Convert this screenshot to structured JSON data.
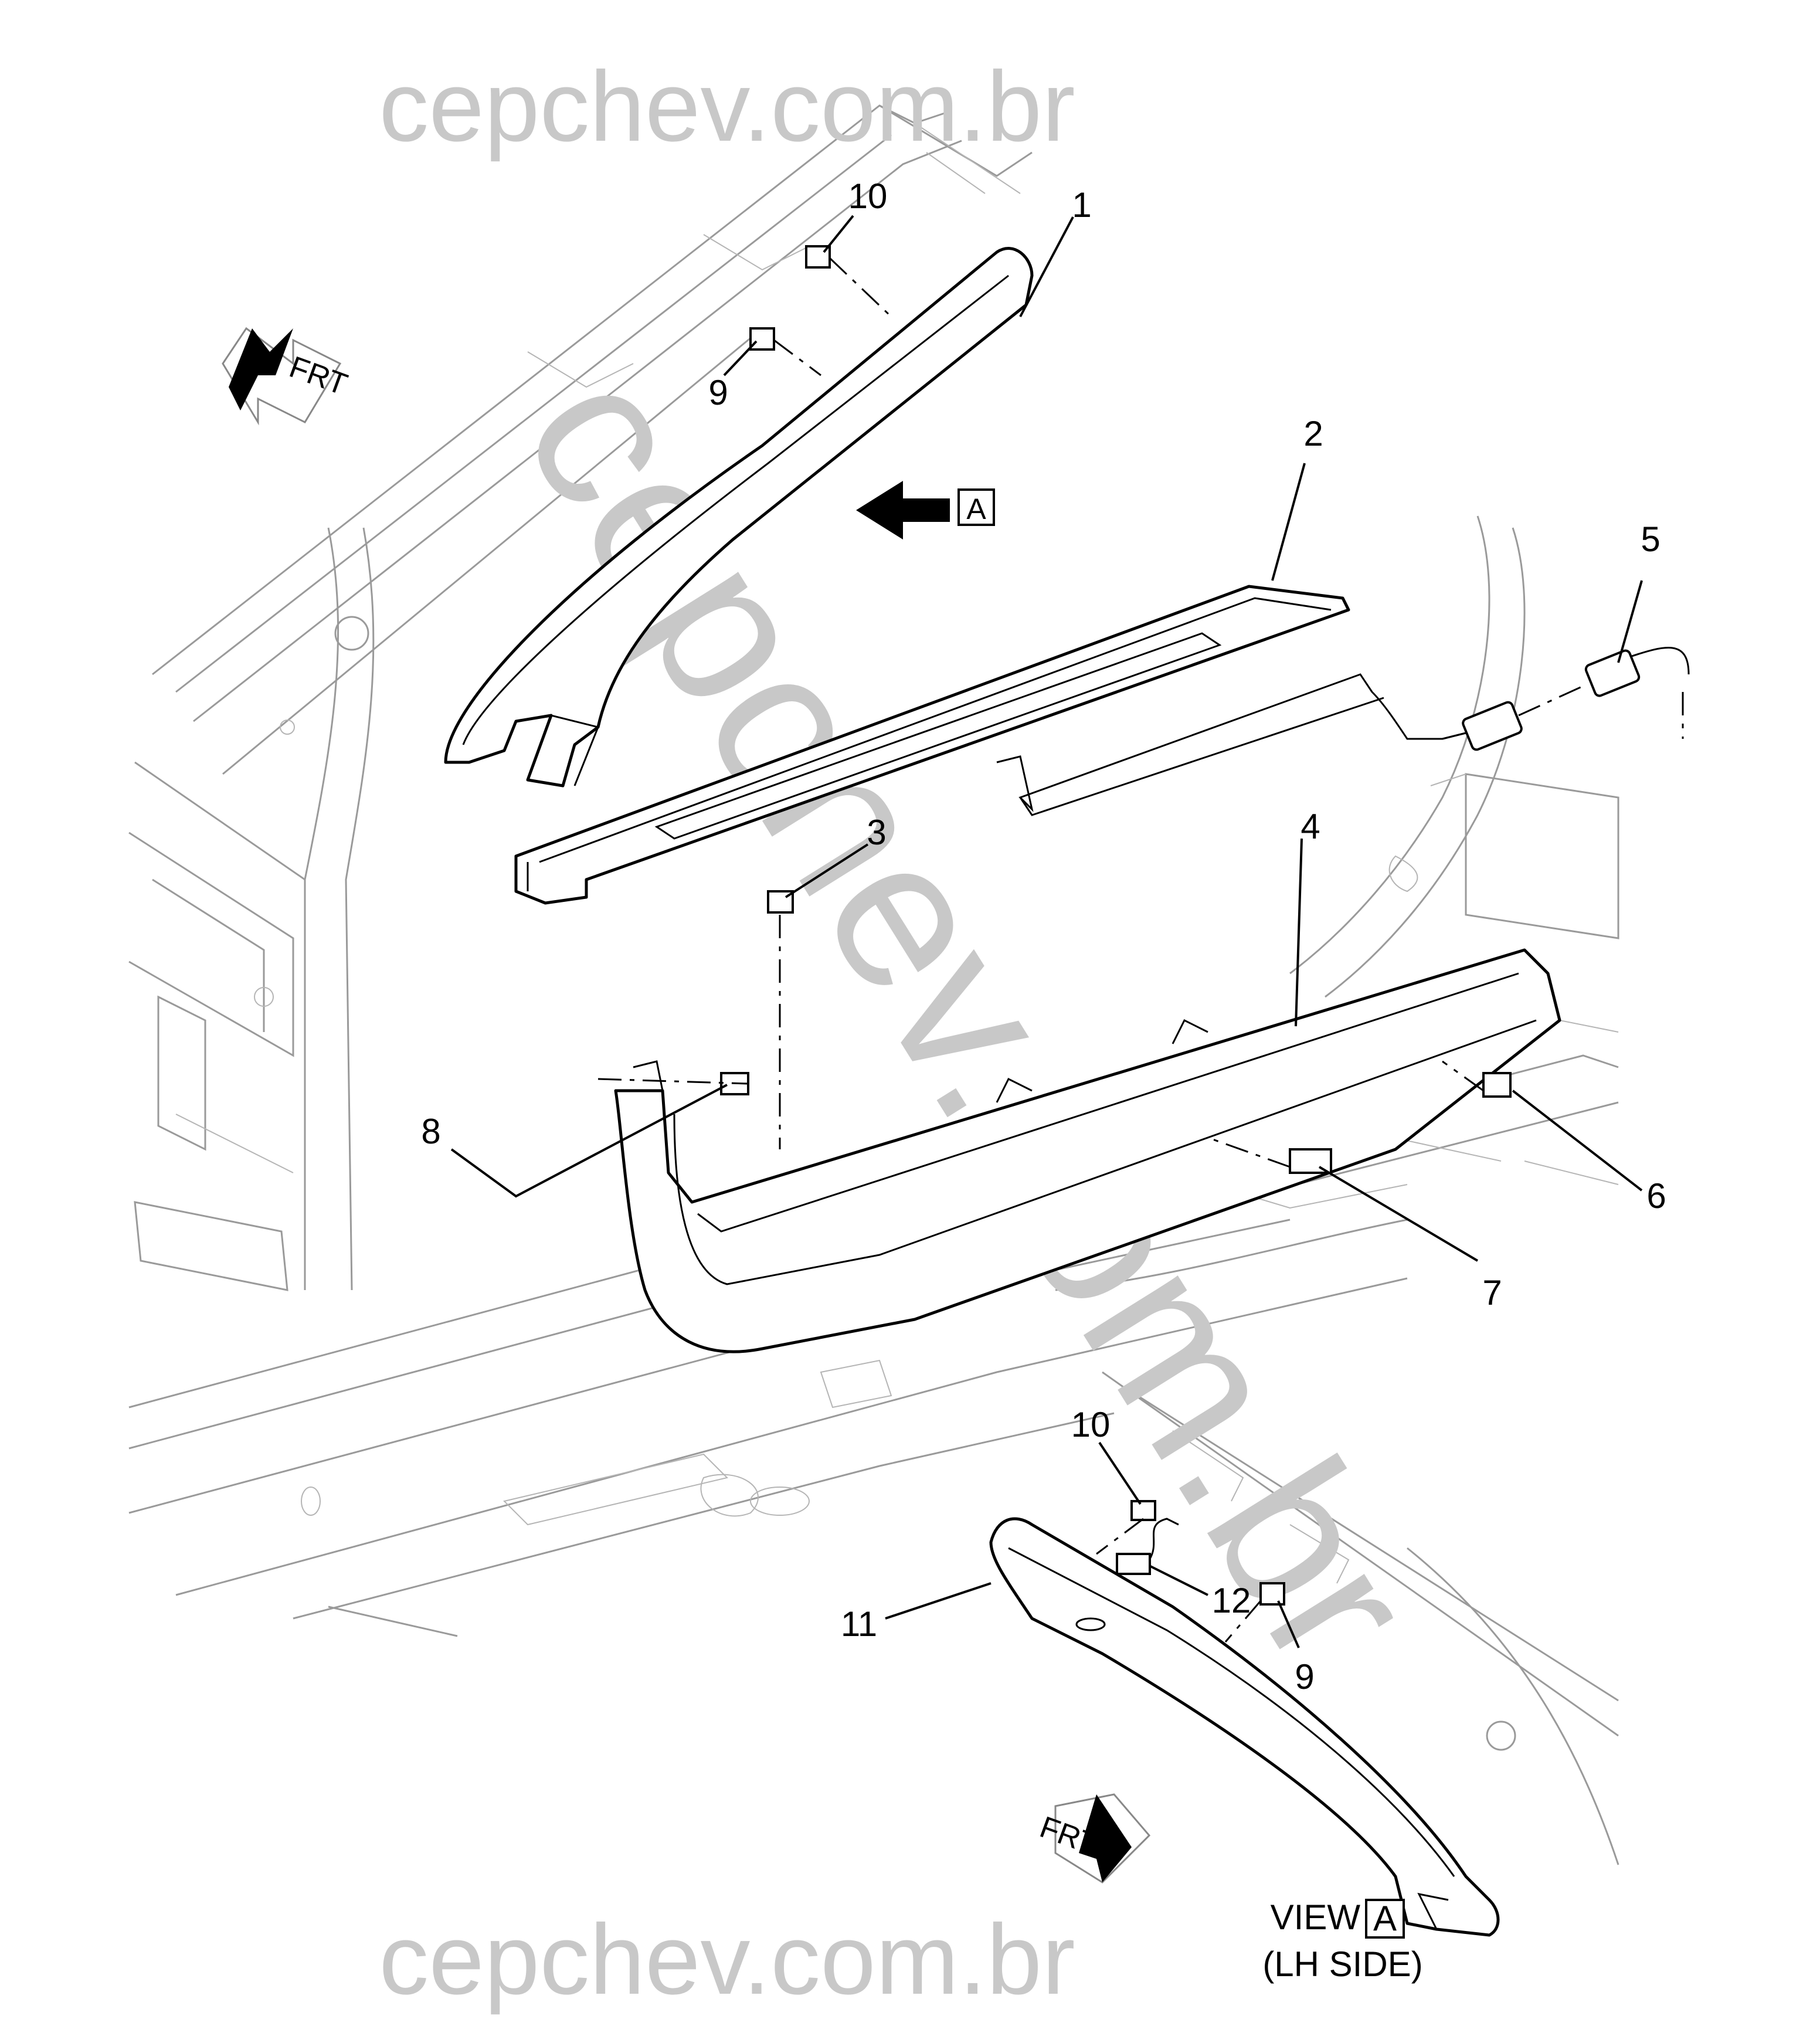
{
  "watermark": {
    "top": "cepchev.com.br",
    "bottom": "cepchev.com.br",
    "diagonal": "cepchev.com.br"
  },
  "callouts": [
    {
      "id": "c1",
      "text": "1"
    },
    {
      "id": "c2",
      "text": "2"
    },
    {
      "id": "c3",
      "text": "3"
    },
    {
      "id": "c4",
      "text": "4"
    },
    {
      "id": "c5",
      "text": "5"
    },
    {
      "id": "c6",
      "text": "6"
    },
    {
      "id": "c7",
      "text": "7"
    },
    {
      "id": "c8",
      "text": "8"
    },
    {
      "id": "c9a",
      "text": "9"
    },
    {
      "id": "c9b",
      "text": "9"
    },
    {
      "id": "c10a",
      "text": "10"
    },
    {
      "id": "c10b",
      "text": "10"
    },
    {
      "id": "c11",
      "text": "11"
    },
    {
      "id": "c12",
      "text": "12"
    }
  ],
  "arrows": {
    "frt_top": "FRT",
    "frt_bottom": "FRT",
    "view_ref": "A"
  },
  "view_caption": {
    "word": "VIEW",
    "box": "A",
    "side": "(LH SIDE)"
  }
}
